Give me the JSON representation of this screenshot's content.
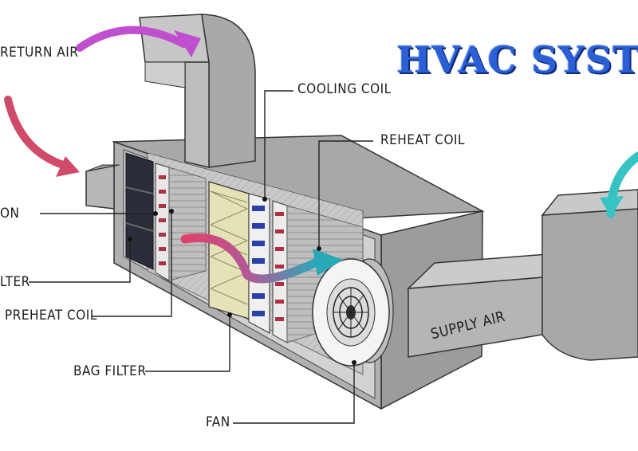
{
  "title": "HVAC SYST",
  "labels": {
    "return_air": "RETURN AIR",
    "cooling_coil": "COOLING COIL",
    "reheat_coil": "REHEAT COIL",
    "section": "ON",
    "filter": "LTER",
    "preheat_coil": "PREHEAT COIL",
    "bag_filter": "BAG FILTER",
    "fan": "FAN",
    "supply_air": "SUPPLY AIR"
  },
  "colors": {
    "return_arrow": "#c04fcf",
    "intake_arrow": "#d04a6a",
    "supply_arrow": "#36c3c3",
    "flow_arrow_start": "#e0406a",
    "flow_arrow_end": "#2aa8b8",
    "title": "#2b5fd6"
  }
}
